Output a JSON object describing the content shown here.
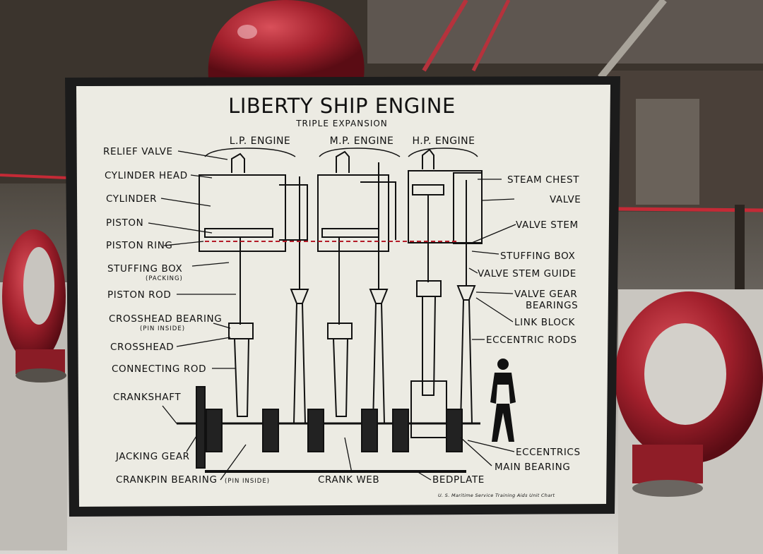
{
  "title": "LIBERTY SHIP ENGINE",
  "subtitle": "TRIPLE EXPANSION",
  "engines": [
    "L.P. ENGINE",
    "M.P. ENGINE",
    "H.P. ENGINE"
  ],
  "left_labels": [
    "RELIEF VALVE",
    "CYLINDER HEAD",
    "CYLINDER",
    "PISTON",
    "PISTON RING",
    "STUFFING BOX",
    "(PACKING)",
    "PISTON ROD",
    "CROSSHEAD BEARING",
    "(PIN INSIDE)",
    "CROSSHEAD",
    "CONNECTING ROD",
    "CRANKSHAFT",
    "JACKING GEAR",
    "CRANKPIN BEARING",
    "(PIN INSIDE)"
  ],
  "right_labels": [
    "STEAM CHEST",
    "VALVE",
    "VALVE STEM",
    "STUFFING BOX",
    "VALVE STEM GUIDE",
    "VALVE GEAR",
    "BEARINGS",
    "LINK BLOCK",
    "ECCENTRIC RODS",
    "ECCENTRICS",
    "MAIN BEARING",
    "BEDPLATE"
  ],
  "bottom_labels": [
    "CRANK WEB"
  ],
  "credit": "U. S. Maritime Service Training Aids Unit Chart"
}
